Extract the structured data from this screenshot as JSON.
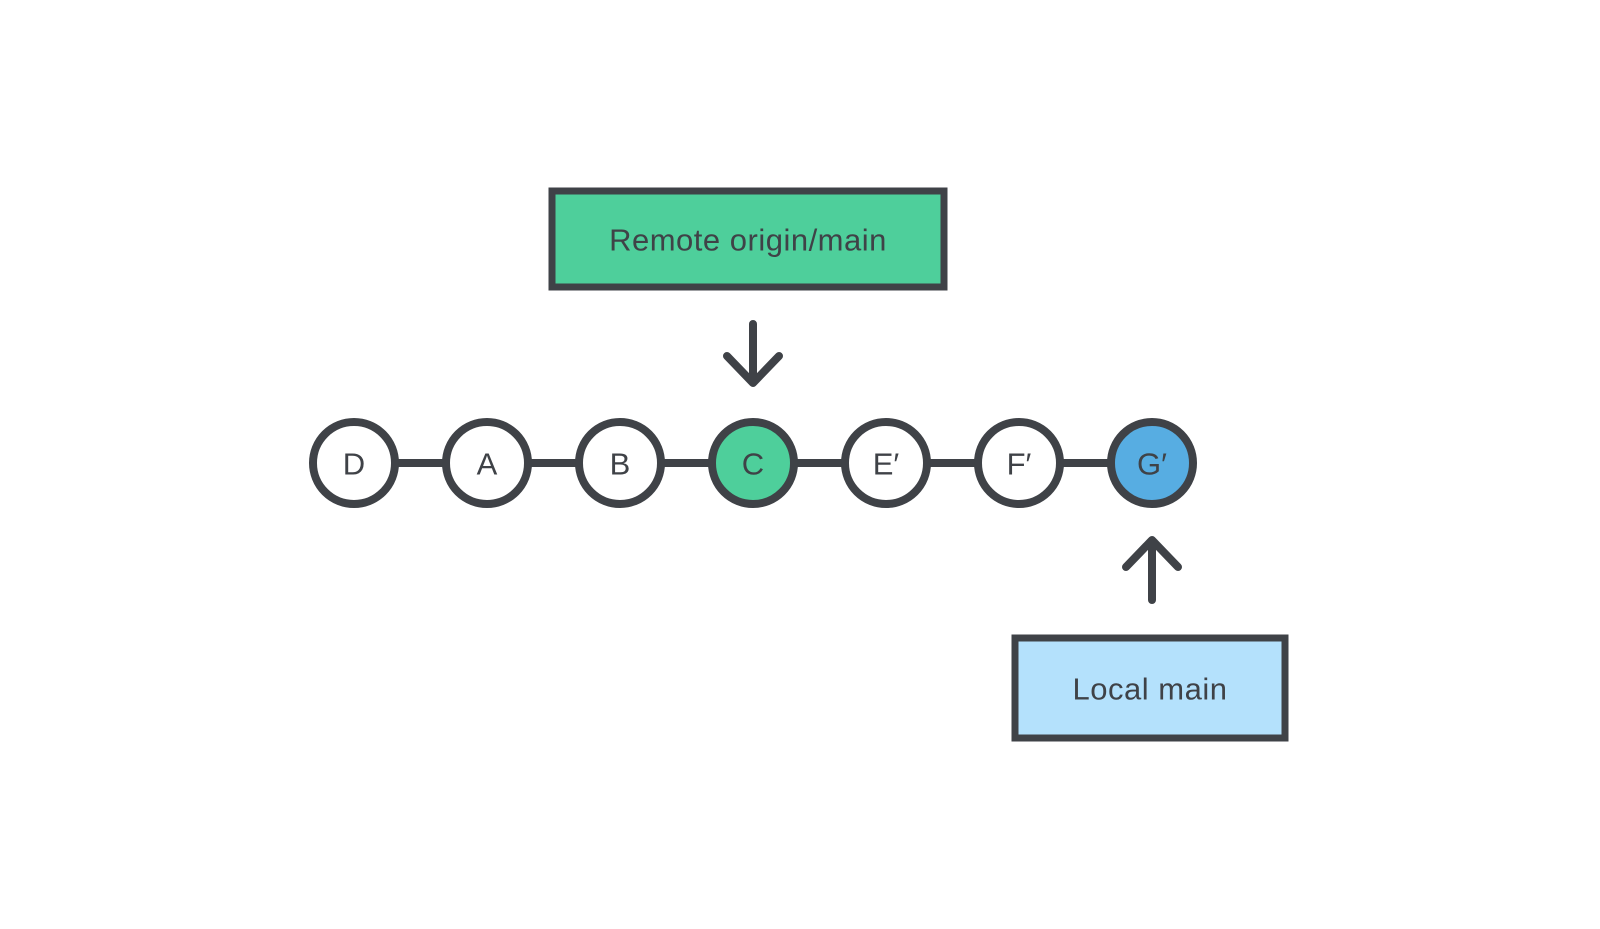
{
  "colors": {
    "stroke": "#3f4247",
    "ink": "#3f4247",
    "green": "#4ecf9b",
    "blue": "#57ade2",
    "lightblue": "#b4e1fc",
    "bg": "#ffffff"
  },
  "diagram": {
    "remote_branch": {
      "label": "Remote origin/main",
      "fill": "#4ecf9b",
      "points_to": "C"
    },
    "local_branch": {
      "label": "Local main",
      "fill": "#b4e1fc",
      "points_to": "G′"
    },
    "commits": [
      {
        "id": "D",
        "fill": "#ffffff"
      },
      {
        "id": "A",
        "fill": "#ffffff"
      },
      {
        "id": "B",
        "fill": "#ffffff"
      },
      {
        "id": "C",
        "fill": "#4ecf9b"
      },
      {
        "id": "E′",
        "fill": "#ffffff"
      },
      {
        "id": "F′",
        "fill": "#ffffff"
      },
      {
        "id": "G′",
        "fill": "#57ade2"
      }
    ]
  }
}
